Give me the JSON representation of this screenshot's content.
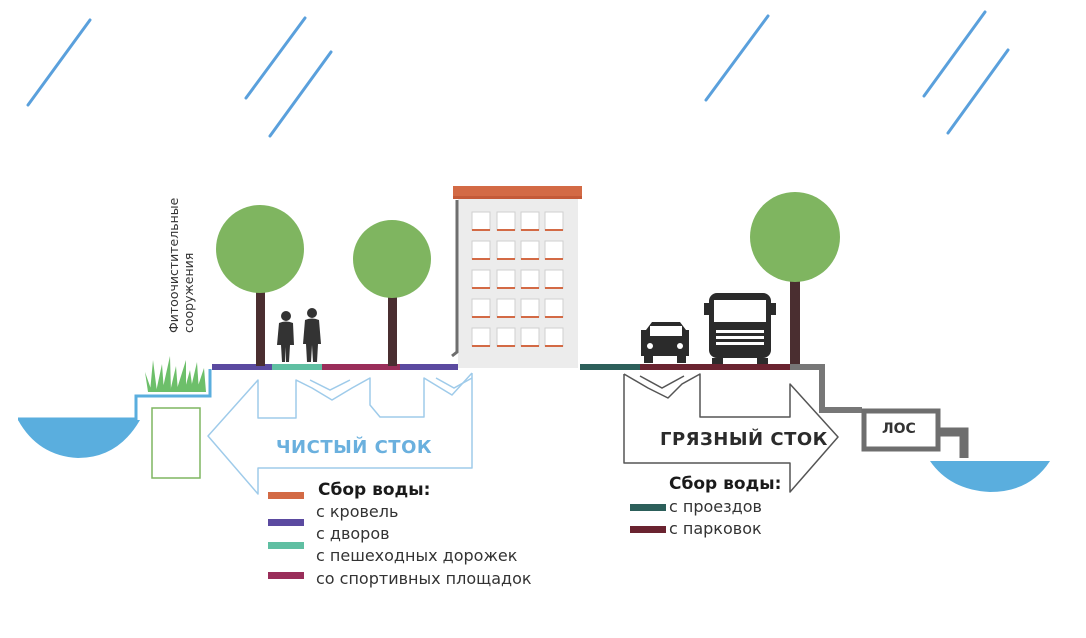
{
  "vertical_label": {
    "line1": "Фитоочистительные",
    "line2": "сооружения"
  },
  "clean_flow": {
    "label": "ЧИСТЫЙ СТОК",
    "label_color": "#6ab0de",
    "outline_color": "#9fcbea"
  },
  "dirty_flow": {
    "label": "ГРЯЗНЫЙ СТОК",
    "label_color": "#2b2b2b",
    "outline_color": "#555555"
  },
  "treatment": {
    "label": "ЛОС"
  },
  "legend_left": {
    "title": "Сбор воды:",
    "items": [
      {
        "label": "с кровель",
        "color": "#d36a45"
      },
      {
        "label": "с дворов",
        "color": "#5b4aa0"
      },
      {
        "label": "с пешеходных дорожек",
        "color": "#5fbfa2"
      },
      {
        "label": "со спортивных площадок",
        "color": "#9a2e5a"
      }
    ]
  },
  "legend_right": {
    "title": "Сбор воды:",
    "items": [
      {
        "label": "с проездов",
        "color": "#2c5f5a"
      },
      {
        "label": "с парковок",
        "color": "#6a2330"
      }
    ]
  },
  "colors": {
    "rain": "#5aa0dc",
    "water": "#5aaede",
    "tree_crown": "#7fb560",
    "tree_trunk": "#4a2e30",
    "building": "#ececec",
    "roof": "#d36a45",
    "window_sill": "#d36a45",
    "pipe": "#6e6e6e",
    "ground_dark": "#777777",
    "grass": "#6dbf6a",
    "vehicle": "#2b2b2b",
    "people": "#333333"
  },
  "icons": [
    "rain-icon",
    "tree-icon",
    "people-icon",
    "building-icon",
    "car-icon",
    "truck-icon",
    "grass-icon",
    "water-body-icon",
    "treatment-plant-icon"
  ]
}
